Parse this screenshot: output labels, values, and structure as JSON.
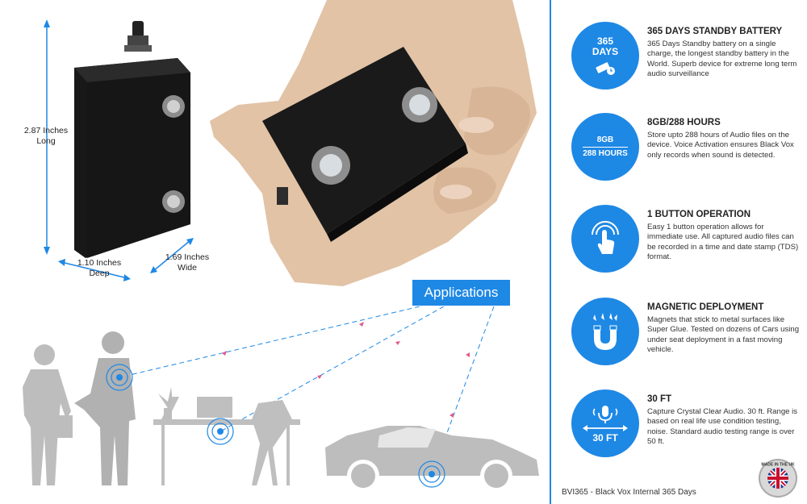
{
  "product": {
    "dimensions": {
      "height_label": "2.87 Inches Long",
      "depth_label": "1.10 Inches Deep",
      "width_label": "1.69 Inches Wide"
    }
  },
  "applications": {
    "label": "Applications"
  },
  "features": [
    {
      "circle_lines": [
        "365",
        "DAYS"
      ],
      "icon": "battery-timer-icon",
      "title": "365 DAYS STANDBY BATTERY",
      "description": "365 Days Standby battery on a single charge, the longest standby battery in the World. Superb device for extreme long term audio surveillance"
    },
    {
      "circle_lines": [
        "8GB",
        "288 HOURS"
      ],
      "icon": "storage-icon",
      "title": "8GB/288 HOURS",
      "description": "Store upto 288 hours of Audio files on the device. Voice Activation ensures Black Vox only records when sound is detected."
    },
    {
      "circle_lines": [],
      "icon": "touch-button-icon",
      "title": "1 BUTTON OPERATION",
      "description": "Easy 1 button operation allows for immediate use. All captured audio files can be recorded in a time and date stamp (TDS) format."
    },
    {
      "circle_lines": [],
      "icon": "magnet-icon",
      "title": "MAGNETIC DEPLOYMENT",
      "description": "Magnets that stick to metal surfaces like Super Glue. Tested on dozens of Cars using under seat deployment in a fast moving vehicle."
    },
    {
      "circle_lines": [
        "30 FT"
      ],
      "icon": "microphone-range-icon",
      "title": "30 FT",
      "description": "Capture Crystal Clear Audio. 30 ft. Range is based on real life use condition testing, noise. Standard audio testing range is over 50 ft."
    }
  ],
  "footer": {
    "caption": "BVI365 - Black Vox Internal 365 Days"
  },
  "badge": {
    "text": "MADE IN THE UK"
  },
  "colors": {
    "accent": "#1e88e5",
    "silhouette": "#b9b9b9",
    "device": "#1c1c1c"
  }
}
